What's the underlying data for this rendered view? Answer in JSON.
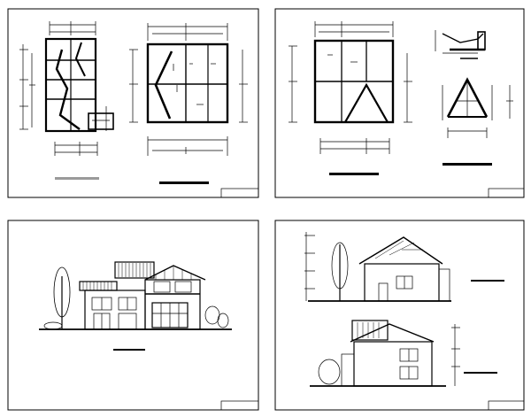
{
  "title": "",
  "sheets": [
    {
      "id": "sheet-1",
      "kind": "floor-plans"
    },
    {
      "id": "sheet-2",
      "kind": "plan-and-roof-sections"
    },
    {
      "id": "sheet-3",
      "kind": "front-elevation"
    },
    {
      "id": "sheet-4",
      "kind": "side-elevations"
    }
  ],
  "colors": {
    "ink": "#000000",
    "paper": "#ffffff",
    "title_bar_grey": "#9a9a9a"
  }
}
